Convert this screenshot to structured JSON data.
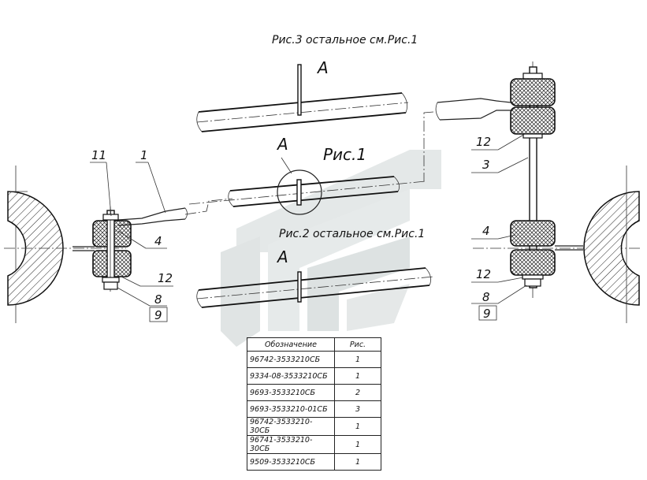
{
  "labels": {
    "ris3": "Рис.3 остальное см.Рис.1",
    "ris1": "Рис.1",
    "ris2": "Рис.2 остальное см.Рис.1",
    "view_a": "A"
  },
  "callouts_left": [
    "11",
    "1",
    "4",
    "12",
    "8",
    "9"
  ],
  "callouts_right": [
    "12",
    "3",
    "4",
    "12",
    "8",
    "9"
  ],
  "table": {
    "headers": [
      "Обозначение",
      "Рис."
    ],
    "rows": [
      [
        "96742-3533210СБ",
        "1"
      ],
      [
        "9334-08-3533210СБ",
        "1"
      ],
      [
        "9693-3533210СБ",
        "2"
      ],
      [
        "9693-3533210-01СБ",
        "3"
      ],
      [
        "96742-3533210-30СБ",
        "1"
      ],
      [
        "96741-3533210-30СБ",
        "1"
      ],
      [
        "9509-3533210СБ",
        "1"
      ]
    ]
  }
}
